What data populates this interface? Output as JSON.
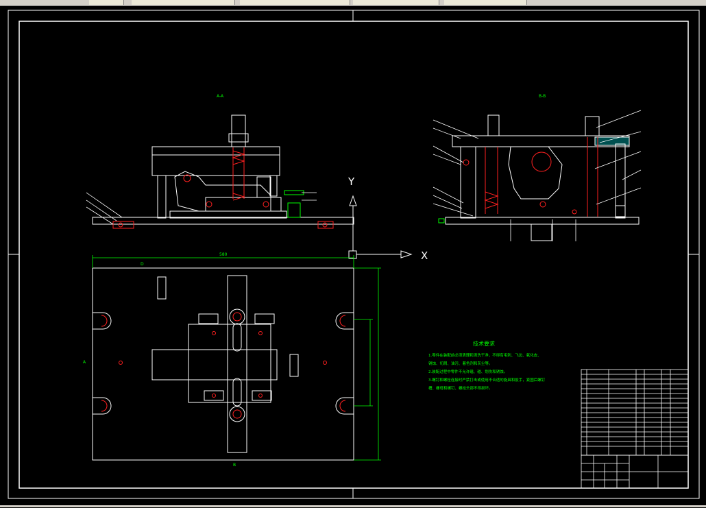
{
  "drawing": {
    "section_a_label": "A-A",
    "section_b_label": "B-B",
    "width_dimension": "580",
    "axis_y": "Y",
    "axis_x": "X",
    "cut_d_label": "D",
    "cut_b_label": "B",
    "cut_a_label": "A",
    "tech_title": "技术要求",
    "tech_lines": [
      "1.零件在装配前必须清理和清洗干净，不得有毛刺、飞边、氧化皮、",
      "锈蚀、切屑、油污、着色剂和灰尘等。",
      "2.装配过程中零件不允许磕、碰、划伤和锈蚀。",
      "3.螺钉和螺栓连接时严禁打击或使用不合适的旋具和扳手，紧固后螺钉",
      "槽、螺母和螺钉、螺栓头部不得损坏。"
    ]
  },
  "colors": {
    "line": "#ffffff",
    "green": "#00ff00",
    "red": "#ff2020",
    "cyan": "#00a0a0",
    "background": "#000000"
  }
}
